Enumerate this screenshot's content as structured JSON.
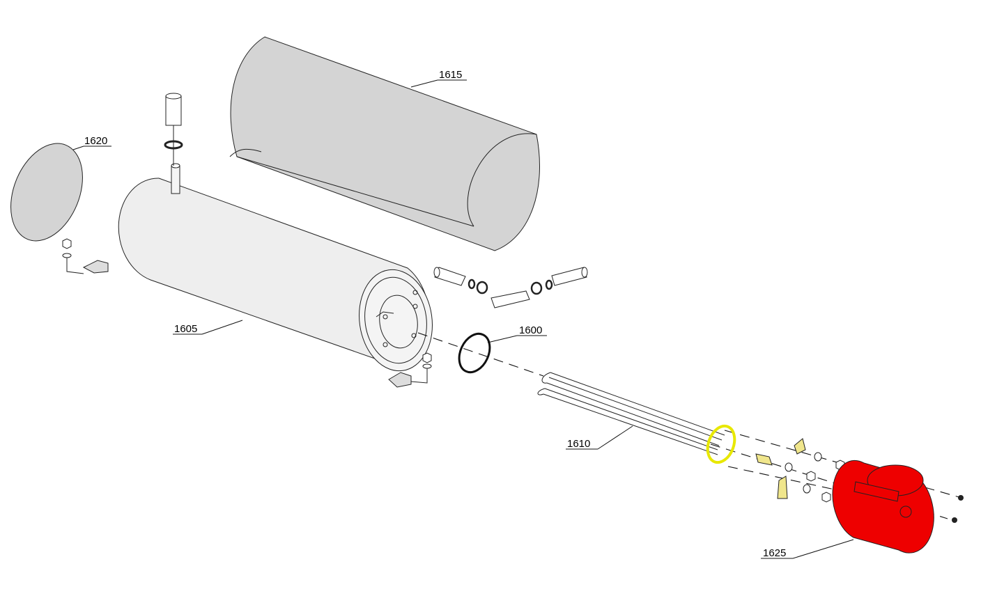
{
  "colors": {
    "background": "#ffffff",
    "outline": "#222222",
    "cover_gray": "#d4d4d4",
    "heating_element_flange": "#e8e800",
    "protective_cap": "#ee0000",
    "terminal_yellow": "#f0e68c"
  },
  "labels": {
    "gasket": "1600",
    "tank": "1605",
    "heating_element": "1610",
    "outer_cover": "1615",
    "end_cap": "1620",
    "protective_cover": "1625"
  }
}
